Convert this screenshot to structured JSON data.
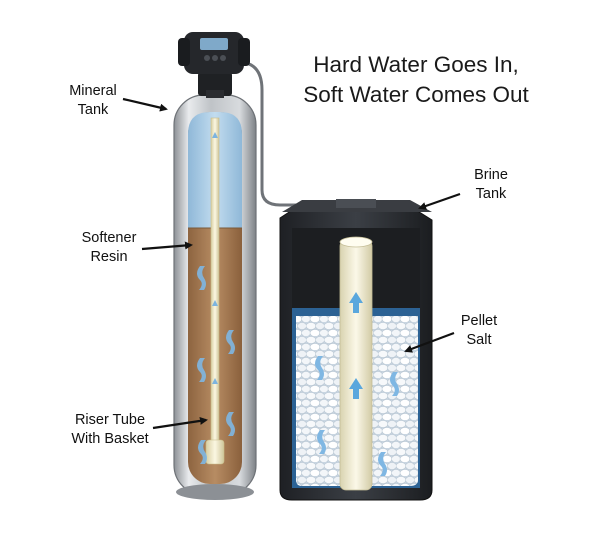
{
  "title": {
    "line1": "Hard Water Goes In,",
    "line2": "Soft Water Comes Out"
  },
  "labels": {
    "mineral_tank": [
      "Mineral",
      "Tank"
    ],
    "softener_resin": [
      "Softener",
      "Resin"
    ],
    "riser_tube": [
      "Riser Tube",
      "With Basket"
    ],
    "brine_tank": [
      "Brine",
      "Tank"
    ],
    "pellet_salt": [
      "Pellet",
      "Salt"
    ]
  },
  "colors": {
    "water": "#a9cbe4",
    "resin": "#a97b54",
    "tank_steel": "#c9ccd0",
    "brine_body": "#2e3136",
    "brine_water": "#2f6fa8",
    "salt": "#f2f5f8",
    "arrow_blue": "#5aa7dd"
  }
}
